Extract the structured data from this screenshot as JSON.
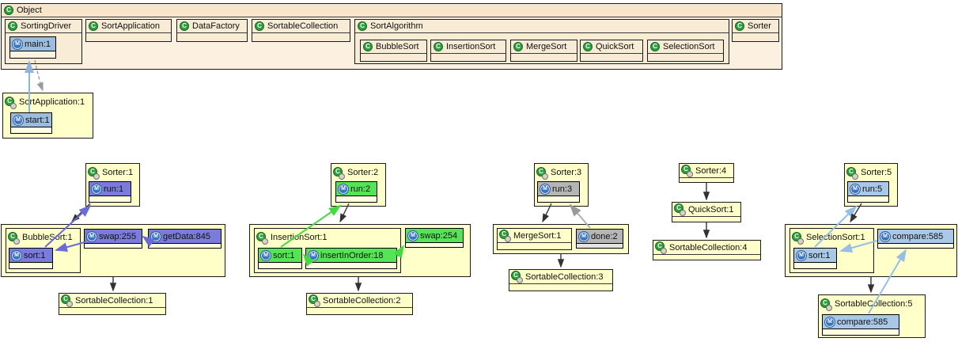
{
  "icons": {
    "class_letter": "C",
    "method_letter": "M"
  },
  "colors": {
    "class_box_fill": "#f9ecd7",
    "object_container_fill": "#fcf1e0",
    "instance_box_fill": "#ffffc9",
    "method_strip_fill": "#ffffe2",
    "highlight_purple": "#7b7bdc",
    "highlight_green": "#55e455",
    "highlight_gray": "#b5b5b5",
    "highlight_light_blue": "#a9c7e7",
    "highlight_steel_blue": "#9dbdde",
    "edge_black": "#333333",
    "edge_gray": "#9a9a9a"
  },
  "hierarchy": {
    "root_label": "Object",
    "classes": {
      "sorting_driver": "SortingDriver",
      "main": "main:1",
      "sort_application": "SortApplication",
      "data_factory": "DataFactory",
      "sortable_collection": "SortableCollection",
      "sort_algorithm": "SortAlgorithm",
      "bubble_sort": "BubbleSort",
      "insertion_sort": "InsertionSort",
      "merge_sort": "MergeSort",
      "quick_sort": "QuickSort",
      "selection_sort": "SelectionSort",
      "sorter": "Sorter"
    }
  },
  "app_instance": {
    "title": "SortApplication:1",
    "start": "start:1"
  },
  "clusters": {
    "bubble": {
      "sorter": "Sorter:1",
      "run": "run:1",
      "instance": "BubbleSort:1",
      "sort": "sort:1",
      "swap": "swap:255",
      "get_data": "getData:845",
      "collection": "SortableCollection:1"
    },
    "insertion": {
      "sorter": "Sorter:2",
      "run": "run:2",
      "instance": "InsertionSort:1",
      "sort": "sort:1",
      "insert_in_order": "insertInOrder:18",
      "swap": "swap:254",
      "collection": "SortableCollection:2"
    },
    "merge": {
      "sorter": "Sorter:3",
      "run": "run:3",
      "instance": "MergeSort:1",
      "done": "done:2",
      "collection": "SortableCollection:3"
    },
    "quick": {
      "sorter": "Sorter:4",
      "instance": "QuickSort:1",
      "collection": "SortableCollection:4"
    },
    "selection": {
      "sorter": "Sorter:5",
      "run": "run:5",
      "instance": "SelectionSort:1",
      "sort": "sort:1",
      "compare": "compare:585",
      "collection": "SortableCollection:5",
      "collection_compare": "compare:585"
    }
  }
}
